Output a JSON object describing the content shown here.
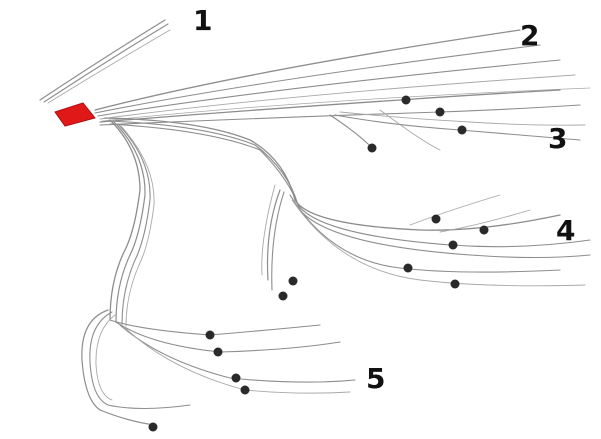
{
  "labels": [
    "1",
    "2",
    "3",
    "4",
    "5"
  ],
  "colors": {
    "origin": "#e01818",
    "branch": "#8d8d8d",
    "node": "#2a2a2a",
    "label": "#111111"
  }
}
